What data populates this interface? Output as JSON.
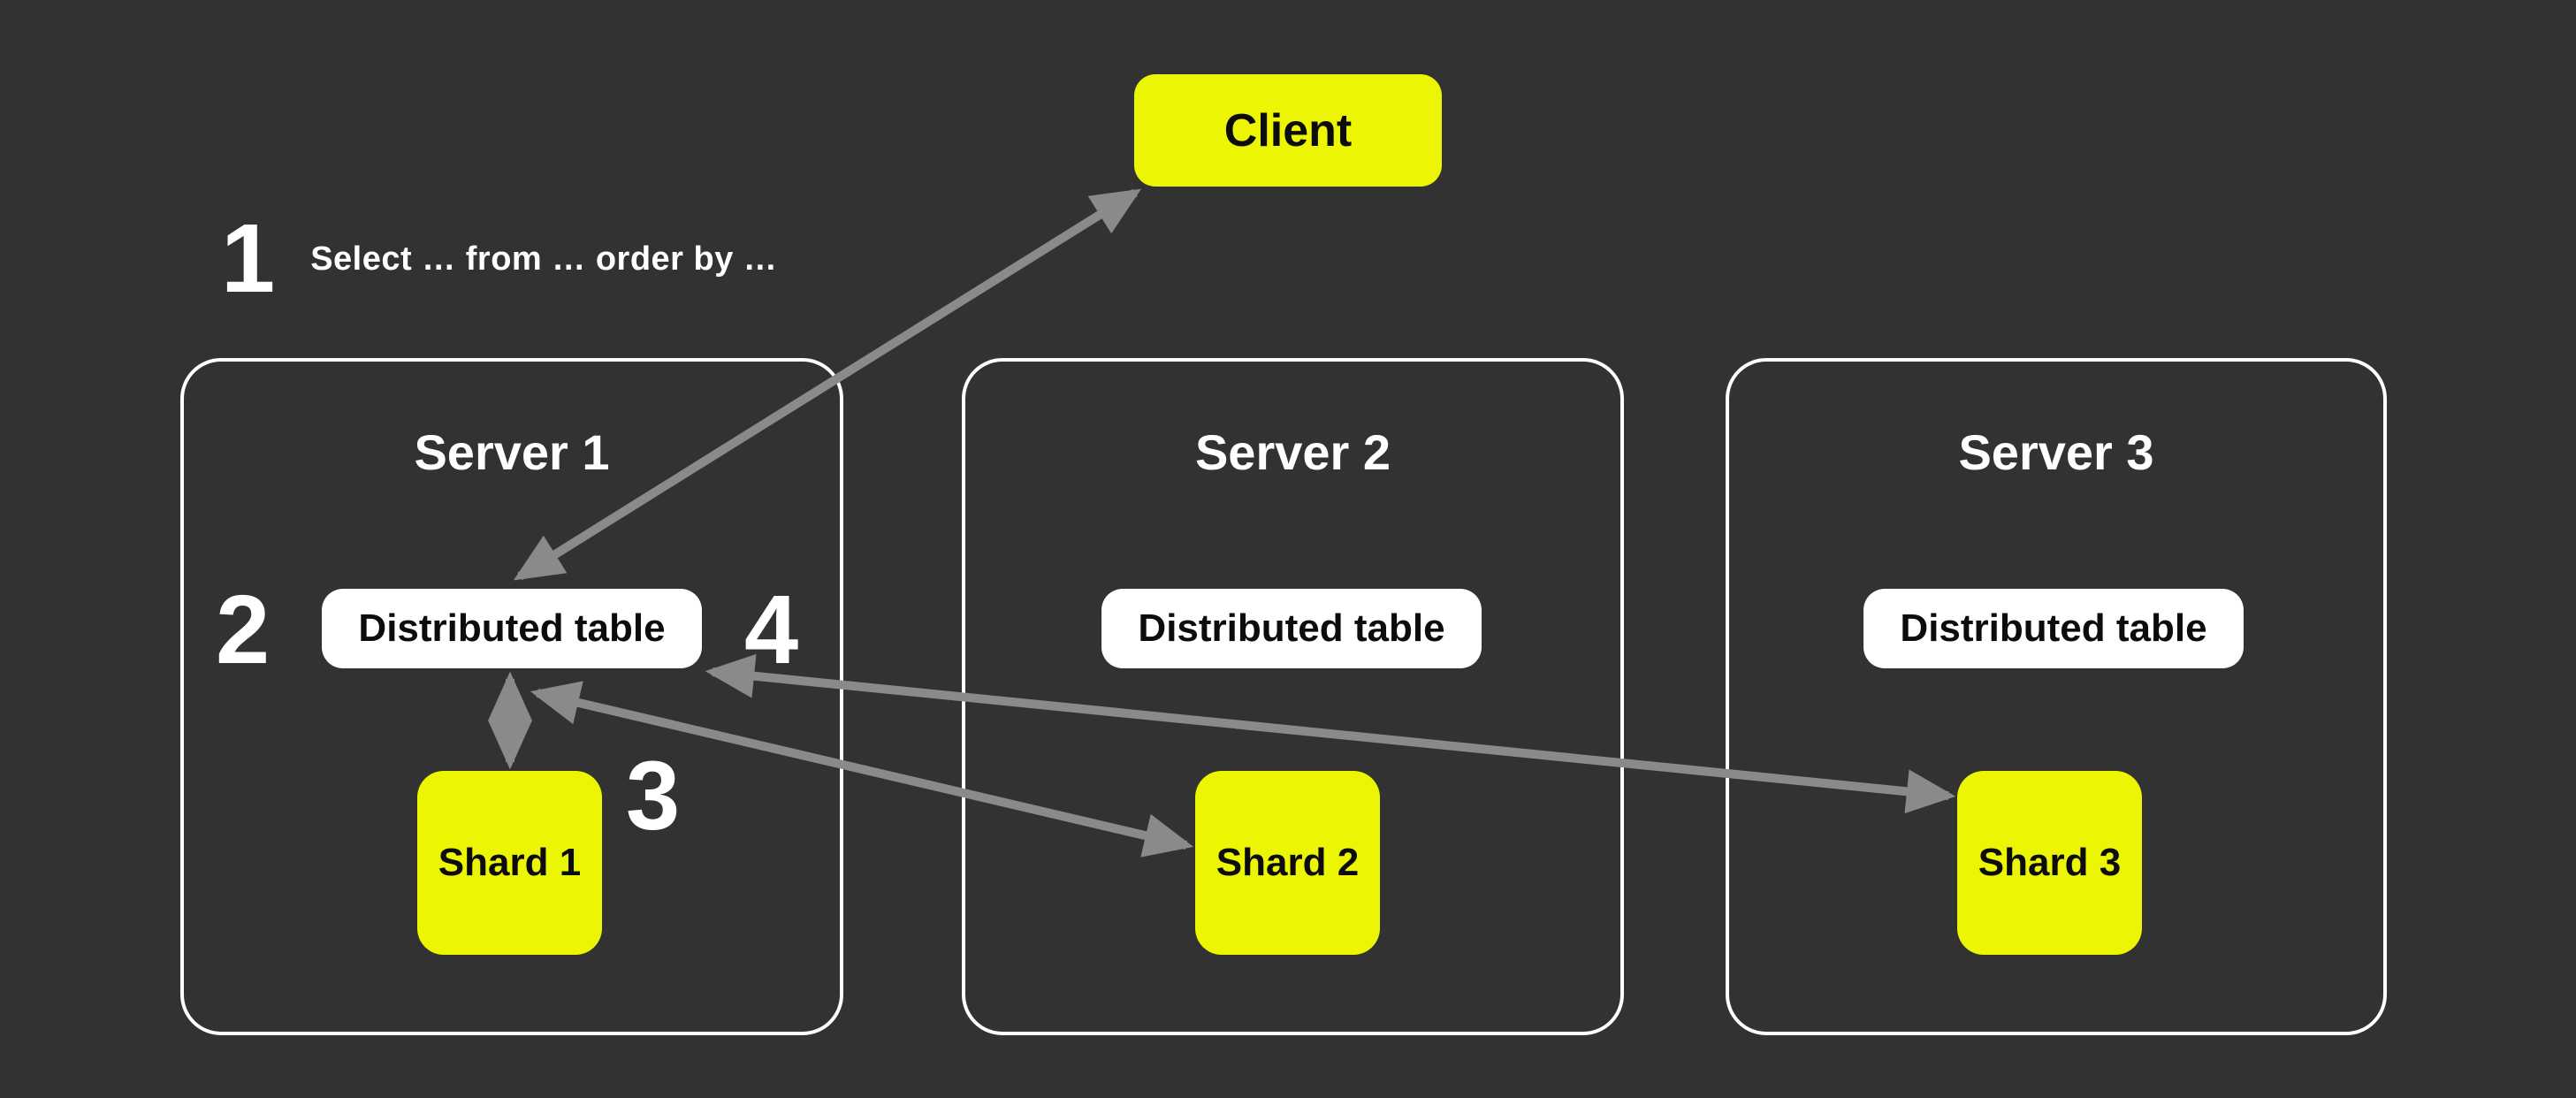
{
  "colors": {
    "background": "#323233",
    "accent_yellow": "#ECF604",
    "node_white": "#FFFFFF",
    "arrow_gray": "#8A8A8A",
    "text_white": "#FFFFFF",
    "text_black": "#0C0C0C"
  },
  "client": {
    "label": "Client"
  },
  "steps": {
    "one": {
      "number": "1",
      "query": "Select … from … order by …"
    },
    "two": {
      "number": "2"
    },
    "three": {
      "number": "3"
    },
    "four": {
      "number": "4"
    }
  },
  "servers": [
    {
      "title": "Server 1",
      "table_label": "Distributed table",
      "shard_label": "Shard 1"
    },
    {
      "title": "Server 2",
      "table_label": "Distributed table",
      "shard_label": "Shard 2"
    },
    {
      "title": "Server 3",
      "table_label": "Distributed table",
      "shard_label": "Shard 3"
    }
  ],
  "connections": [
    {
      "from": "client",
      "to": "server-1-distributed-table",
      "bidirectional": true
    },
    {
      "from": "server-1-distributed-table",
      "to": "shard-1",
      "bidirectional": true
    },
    {
      "from": "server-1-distributed-table",
      "to": "shard-2",
      "bidirectional": true
    },
    {
      "from": "server-1-distributed-table",
      "to": "shard-3",
      "bidirectional": true
    }
  ]
}
